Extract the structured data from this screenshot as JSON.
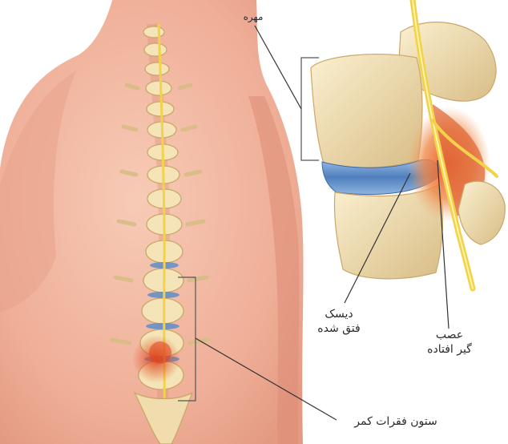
{
  "labels": {
    "vertebra": "مهره",
    "disc_line1": "دیسک",
    "disc_line2": "فتق شده",
    "nerve_line1": "عصب",
    "nerve_line2": "گیر افتاده",
    "spine": "ستون فقرات کمر"
  },
  "colors": {
    "skin": "#f3b6a0",
    "skin_shadow": "#e08c78",
    "bone": "#f4e4b8",
    "bone_shadow": "#d8bd86",
    "disc": "#5f8fc9",
    "inflammation": "#e0461e",
    "nerve": "#f2d24a",
    "callout_line": "#333333"
  }
}
